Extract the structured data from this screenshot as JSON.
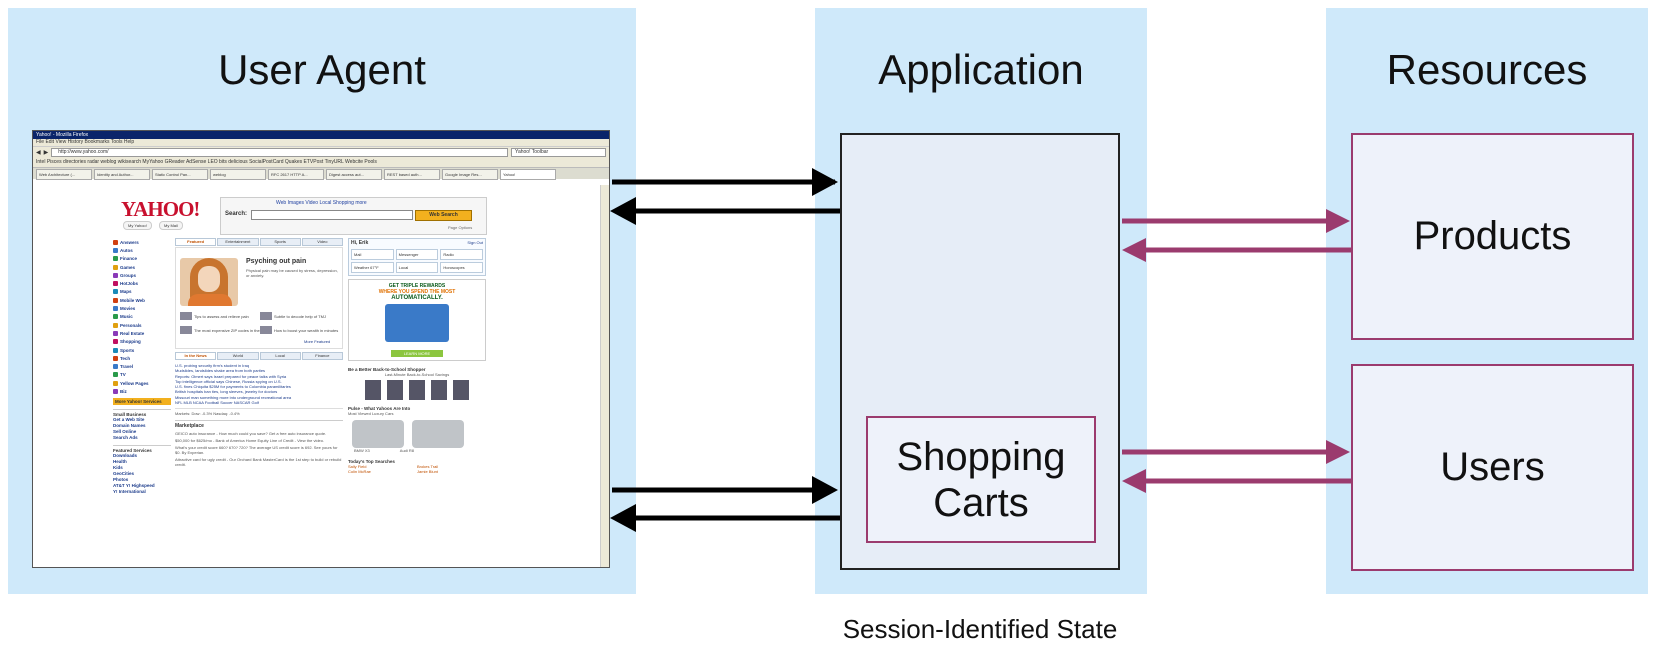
{
  "columns": {
    "user_agent": "User Agent",
    "application": "Application",
    "resources": "Resources"
  },
  "app": {
    "cart_line1": "Shopping",
    "cart_line2": "Carts"
  },
  "resources": {
    "products": "Products",
    "users": "Users"
  },
  "caption": "Session-Identified State",
  "colors": {
    "column_bg": "#cfe9fa",
    "app_box_bg": "#e6edf7",
    "resource_border": "#9b3b6e",
    "resource_arrow": "#9b3b6e",
    "browser_arrow": "#000000"
  },
  "browser": {
    "window_title": "Yahoo! - Mozilla Firefox",
    "menu": "File  Edit  View  History  Bookmarks  Tools  Help",
    "url": "http://www.yahoo.com/",
    "search_box": "Yahoo! Toolbar",
    "bookmarks": "Intel  Pisces  directories  radar  weblog  wikisearch  MyYahoo  GReader  AdSense  LEO  bits  delicious  SocialPostCard  Quakes  ETVPost  TinyURL  Webcite  Pools",
    "tabs": [
      "Web Architecture (...",
      "Identity and Author...",
      "Static Control Pan...",
      "weblog",
      "RFC 2617 HTTP A...",
      "Digest access aut...",
      "REST based auth...",
      "Google Image Res...",
      "Yahoo!"
    ],
    "yahoo": {
      "logo": "YAHOO!",
      "my_yahoo": "My Yahoo!",
      "my_mail": "My Mail",
      "search_tabs": "Web  Images  Video  Local  Shopping  more",
      "search_label": "Search:",
      "search_button": "Web Search",
      "page_options": "Page Options",
      "left_nav": [
        "Answers",
        "Autos",
        "Finance",
        "Games",
        "Groups",
        "HotJobs",
        "Maps",
        "Mobile Web",
        "Movies",
        "Music",
        "Personals",
        "Real Estate",
        "Shopping",
        "Sports",
        "Tech",
        "Travel",
        "TV",
        "Yellow Pages",
        "Biz"
      ],
      "more_services": "More Yahoo! Services",
      "small_business_head": "Small Business",
      "small_business": [
        "Get a Web Site",
        "Domain Names",
        "Sell Online",
        "Search Ads"
      ],
      "featured_head": "Featured Services",
      "featured": [
        "Downloads",
        "Health",
        "Kids",
        "GeoCities",
        "Photos",
        "AT&T Y! Highspeed",
        "Y! International"
      ],
      "tabs": [
        "Featured",
        "Entertainment",
        "Sports",
        "Video"
      ],
      "feat_title": "Psyching out pain",
      "feat_text": "Physical pain may be caused by stress, depression, or anxiety.",
      "feat_items": [
        "Tips to assess and relieve pain",
        "Subtle to decode help of TMJ",
        "The most expensive ZIP codes in the U.S.",
        "How to boost your wealth in minutes"
      ],
      "more_featured": "More Featured",
      "news_tabs": [
        "In the News",
        "World",
        "Local",
        "Finance"
      ],
      "news": [
        "U.S. probing security firm's student in Iraq",
        "Mudslides, landslides shake area from both parties",
        "Reports: Olmert says Israel prepared for peace talks with Syria",
        "Top intelligence official says Chinese, Russia spying on U.S.",
        "U.S. fines Chiquita $25M for payments to Colombia paramilitaries",
        "British hospitals ban ties, long sleeves, jewelry for doctors",
        "Missouri man something more into underground recreational area",
        "NFL  MLB  NCAA Football  Soccer  NASCAR  Golf"
      ],
      "markets": "Markets: Dow: -0.3%  Nasdaq: -0.4%",
      "marketplace": "Marketplace",
      "market_items": [
        "GEICO auto insurance - How much could you save? Get a free auto insurance quote.",
        "$50,000 for $625/mo - Bank of America Home Equity Line of Credit - View the video.",
        "What's your credit score 660? 670? 720? The average US credit score is 692. See yours for $0. By Experian.",
        "Attractive card for ugly credit - Our Orchard Bank MasterCard is the 1st step to build or rebuild credit."
      ],
      "hi": "Hi, Erik",
      "sign_out": "Sign Out",
      "apps": [
        "Mail",
        "Messenger",
        "Radio",
        "Weather 67°F",
        "Local",
        "Horoscopes"
      ],
      "ad_line1": "GET TRIPLE REWARDS",
      "ad_line2": "WHERE YOU SPEND THE MOST",
      "ad_line3": "AUTOMATICALLY.",
      "ad_learn": "LEARN MORE",
      "shop_head": "Be a Better Back-to-School Shopper",
      "shop_sub": "Last-Minute Back-to-School Savings",
      "pulse_head": "Pulse - What Yahoos Are Into",
      "cars_head": "Most Viewed Luxury Cars",
      "car_left": "BMW X3",
      "car_right": "Audi R8",
      "searches_head": "Today's Top Searches",
      "searches": [
        "Sally Field",
        "Brokes Trail",
        "Colin McRae",
        "Jamie Blunt"
      ]
    }
  }
}
